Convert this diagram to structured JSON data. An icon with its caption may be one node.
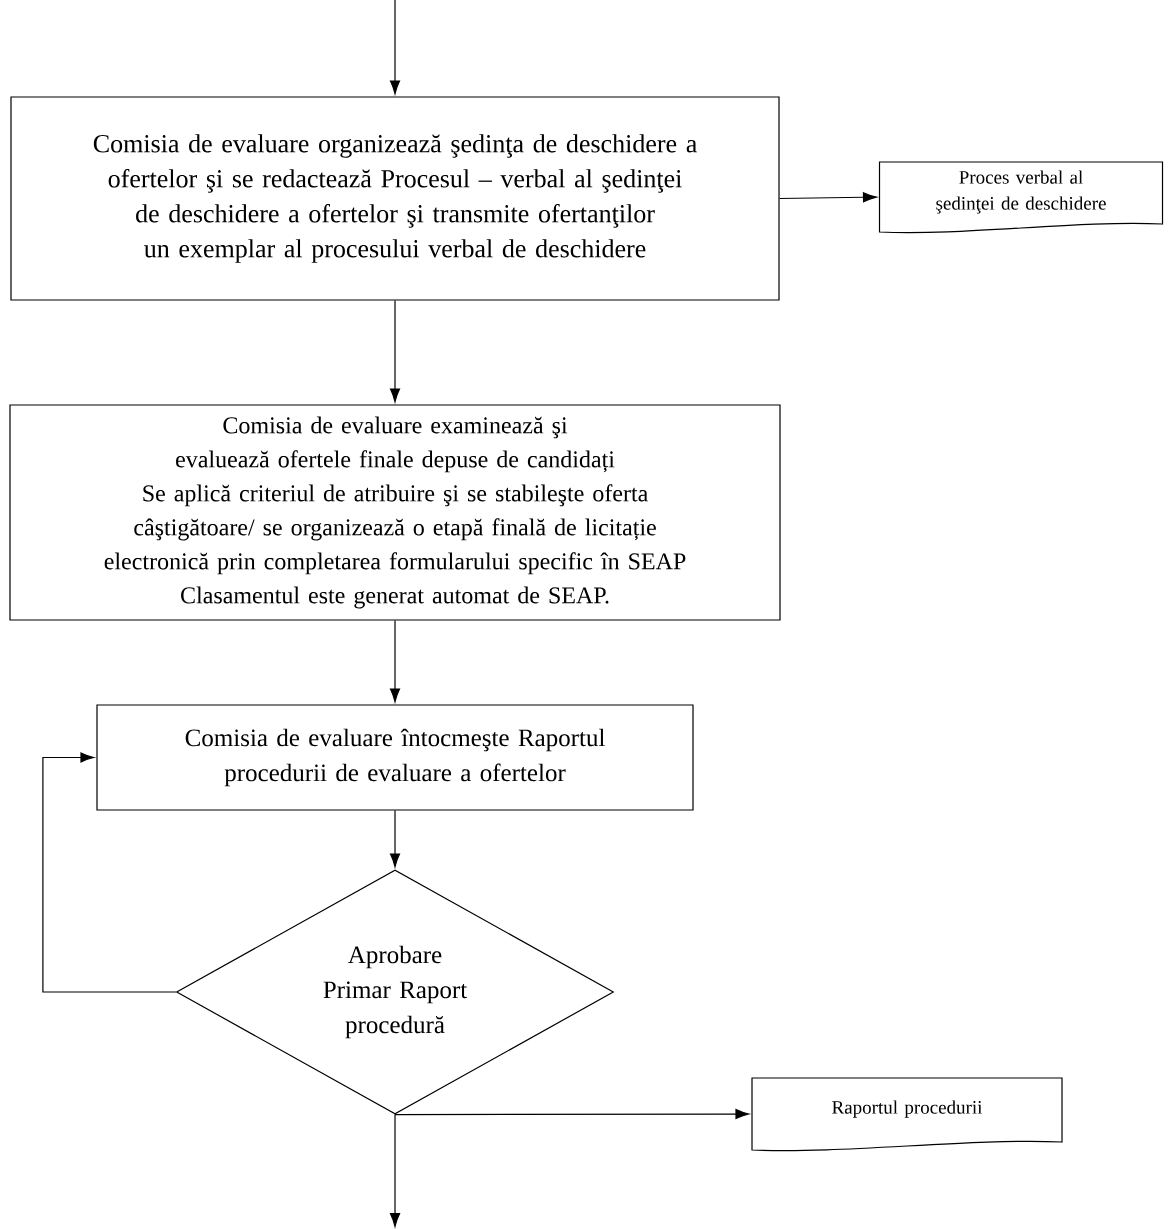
{
  "diagram": {
    "nodes": [
      {
        "text": [
          "Comisia de evaluare organizează şedinţa de deschidere a ofertelor şi se redactează Procesul – verbal al şedinţei de deschidere a ofertelor şi transmite ofertanţilor un exemplar al procesului verbal de deschidere"
        ]
      },
      {
        "text": [
          "Proces verbal al şedinţei de deschidere"
        ]
      },
      {
        "text": [
          "Comisia de evaluare examinează şi evaluează ofertele finale depuse de candidați",
          "Se aplică criteriul de atribuire şi se stabileşte oferta câştigătoare/ se organizează o etapă finală de licitație electronică prin completarea formularului specific în SEAP",
          "Clasamentul este generat automat de SEAP."
        ]
      },
      {
        "text": [
          "Comisia de evaluare întocmeşte Raportul procedurii de evaluare a ofertelor"
        ]
      },
      {
        "text": [
          "Aprobare Primar Raport procedură"
        ]
      },
      {
        "text": [
          "Raportul procedurii"
        ]
      }
    ],
    "edges": [
      {
        "from": null,
        "to": 0,
        "arrow": "to"
      },
      {
        "from": 0,
        "to": 1,
        "arrow": "to"
      },
      {
        "from": 0,
        "to": 2,
        "arrow": "to"
      },
      {
        "from": 2,
        "to": 3,
        "arrow": "to"
      },
      {
        "from": 3,
        "to": 4,
        "arrow": "to"
      },
      {
        "from": 4,
        "to": 3,
        "arrow": "to"
      },
      {
        "from": 4,
        "to": 5,
        "arrow": "to"
      },
      {
        "from": 4,
        "to": null,
        "arrow": "to"
      }
    ]
  }
}
